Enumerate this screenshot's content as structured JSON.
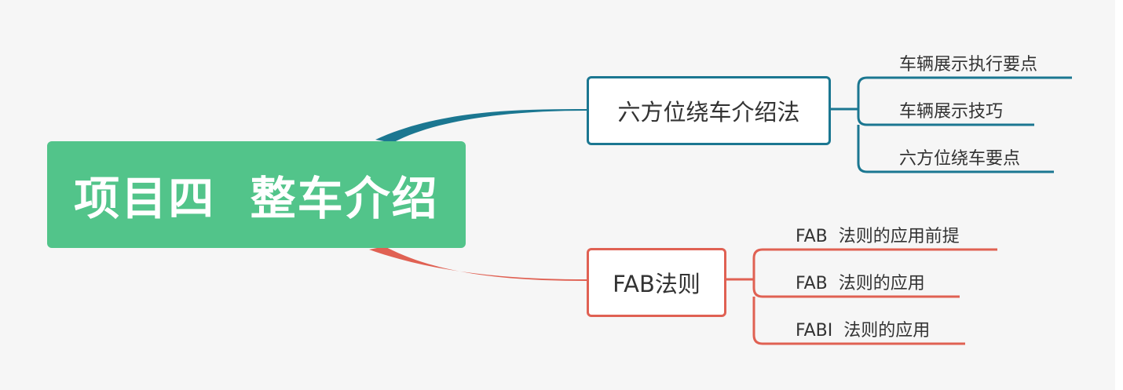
{
  "root": {
    "label": "项目四  整车介绍",
    "color": "#52c48a"
  },
  "branches": [
    {
      "label": "六方位绕车介绍法",
      "color": "#1b7791",
      "children": [
        "车辆展示执行要点",
        "车辆展示技巧",
        "六方位绕车要点"
      ]
    },
    {
      "label": "FAB法则",
      "color": "#e06153",
      "children": [
        "FAB  法则的应用前提",
        "FAB  法则的应用",
        "FABI  法则的应用"
      ]
    }
  ]
}
